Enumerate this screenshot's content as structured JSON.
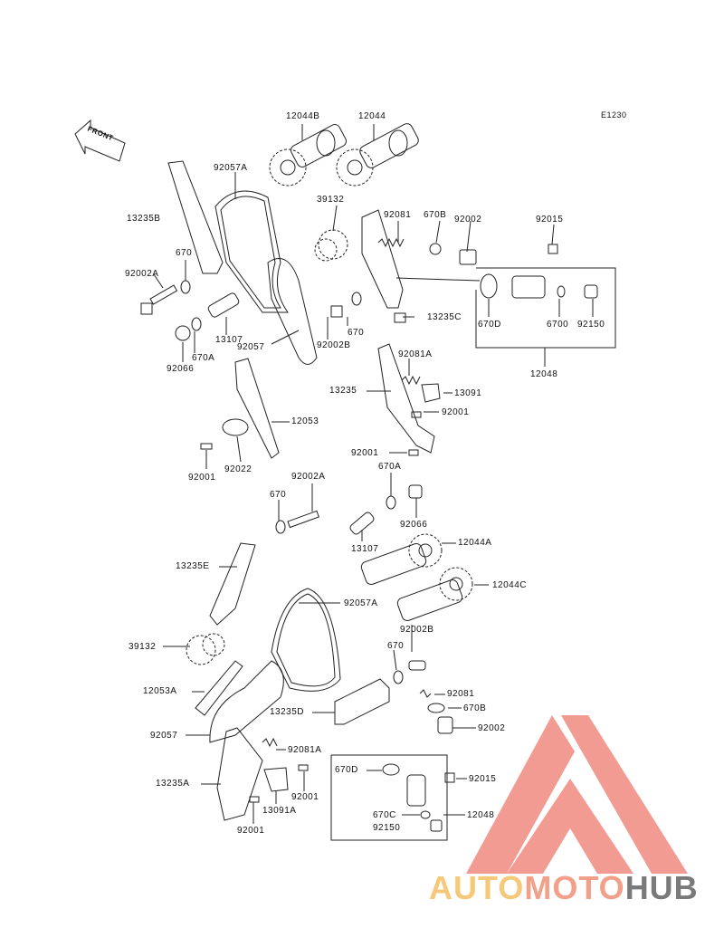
{
  "diagram_code": "E1230",
  "front_label": "FRONT",
  "watermark": {
    "part1": "AUTO",
    "part2": "MOTO",
    "part3": "HUB",
    "colors": {
      "auto": "#f6c879",
      "moto": "#f2a08a",
      "hub": "#7a7a7a",
      "logo": "#e84b3c"
    }
  },
  "labels": {
    "l12044B": "12044B",
    "l12044": "12044",
    "l92057A_top": "92057A",
    "l13235B": "13235B",
    "l39132_top": "39132",
    "l92081_top": "92081",
    "l670B_top": "670B",
    "l92002_top": "92002",
    "l92015_top": "92015",
    "l670_a": "670",
    "l92002A_top": "92002A",
    "l670_b": "670",
    "l92002B_top": "92002B",
    "l13235C": "13235C",
    "l670D_top": "670D",
    "l6700": "6700",
    "l92150_top": "92150",
    "l13107_top": "13107",
    "l92057_top": "92057",
    "l670A_a": "670A",
    "l92066_a": "92066",
    "l12048_top": "12048",
    "l92081A_top": "92081A",
    "l13235": "13235",
    "l13091": "13091",
    "l92001_a": "92001",
    "l12053": "12053",
    "l92001_b": "92001",
    "l92022": "92022",
    "l92001_c": "92001",
    "l670A_b": "670A",
    "l92002A_b": "92002A",
    "l670_c": "670",
    "l92066_b": "92066",
    "l13107_b": "13107",
    "l12044A": "12044A",
    "l13235E": "13235E",
    "l12044C": "12044C",
    "l92057A_b": "92057A",
    "l92002B_b": "92002B",
    "l39132_b": "39132",
    "l670_d": "670",
    "l12053A": "12053A",
    "l92081_b": "92081",
    "l13235D": "13235D",
    "l670B_b": "670B",
    "l92057_b": "92057",
    "l92002_b": "92002",
    "l92081A_b": "92081A",
    "l670D_b": "670D",
    "l92015_b": "92015",
    "l13235A": "13235A",
    "l92001_d": "92001",
    "l13091A": "13091A",
    "l670C": "670C",
    "l92150_b": "92150",
    "l12048_b": "12048",
    "l92001_e": "92001"
  }
}
